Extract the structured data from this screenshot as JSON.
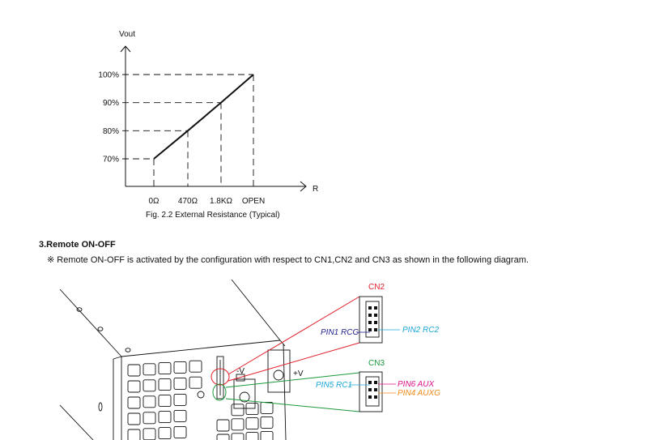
{
  "chart_data": {
    "type": "line",
    "ylabel": "Vout",
    "xlabel": "R",
    "categories": [
      "0Ω",
      "470Ω",
      "1.8KΩ",
      "OPEN"
    ],
    "yticks": [
      "70%",
      "80%",
      "90%",
      "100%"
    ],
    "series": [
      {
        "values": [
          70,
          80,
          90,
          100
        ]
      }
    ],
    "ylim": [
      70,
      100
    ],
    "caption": "Fig. 2.2 External Resistance (Typical)"
  },
  "section": {
    "title": "3.Remote ON-OFF",
    "description": "※ Remote ON-OFF is activated by the configuration with respect to CN1,CN2 and CN3 as shown in the following diagram."
  },
  "diagram": {
    "cn2_label": "CN2",
    "cn3_label": "CN3",
    "pin1": "PIN1 RCG",
    "pin2": "PIN2 RC2",
    "pin5": "PIN5 RC1",
    "pin6": "PIN6 AUX",
    "pin4": "PIN4 AUXG",
    "minus_v": "-V",
    "plus_v": "+V",
    "colors": {
      "red": "#e0202a",
      "green": "#1a9a3a",
      "blue": "#23238f",
      "cyan": "#1ba7d6",
      "magenta": "#e0128a",
      "orange": "#f28a1c"
    }
  }
}
